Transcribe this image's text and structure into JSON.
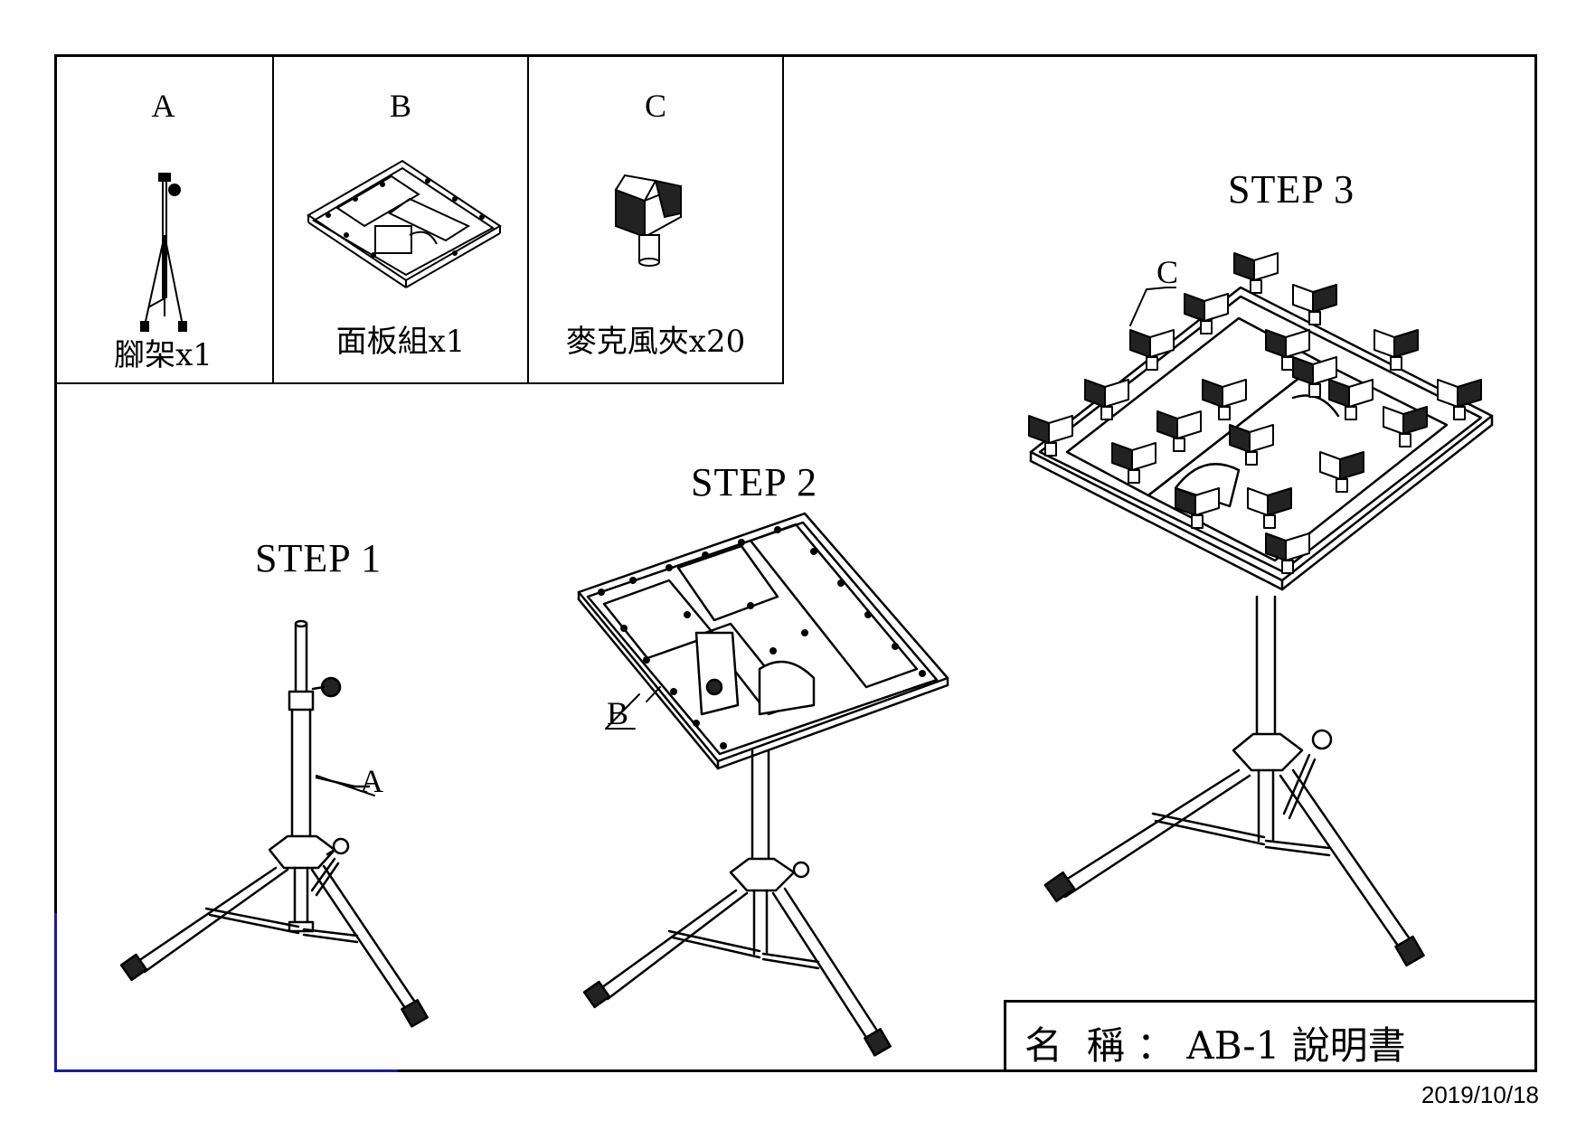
{
  "parts": [
    {
      "letter": "A",
      "caption": "腳架x1"
    },
    {
      "letter": "B",
      "caption": "面板組x1"
    },
    {
      "letter": "C",
      "caption": "麥克風夾x20"
    }
  ],
  "steps": {
    "step1": "STEP 1",
    "step2": "STEP 2",
    "step3": "STEP 3"
  },
  "callouts": {
    "a": "A",
    "b": "B",
    "c": "C"
  },
  "title_block": {
    "text": "名  稱 ： AB-1 說明書"
  },
  "date": "2019/10/18",
  "colors": {
    "line": "#000000",
    "frame_accent": "#1a1aa0"
  }
}
